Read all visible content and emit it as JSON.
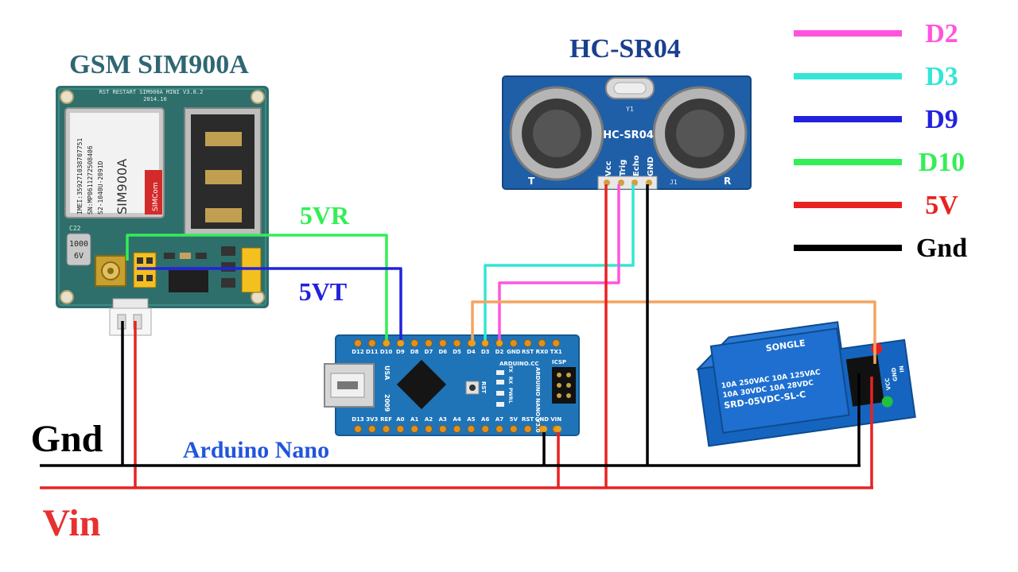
{
  "title_gsm": "GSM SIM900A",
  "title_sensor": "HC-SR04",
  "title_arduino": "Arduino Nano",
  "label_5vr": "5VR",
  "label_5vt": "5VT",
  "label_gnd_rail": "Gnd",
  "label_vin_rail": "Vin",
  "legend": [
    {
      "label": "D2",
      "color": "#ff55dd"
    },
    {
      "label": "D3",
      "color": "#33e6d6"
    },
    {
      "label": "D9",
      "color": "#2222dd"
    },
    {
      "label": "D10",
      "color": "#33ee55"
    },
    {
      "label": "5V",
      "color": "#e82222"
    },
    {
      "label": "Gnd",
      "color": "#000000"
    }
  ],
  "colors": {
    "pcb_blue": "#1f5fa8",
    "gsm_green": "#2e6f6c",
    "relay_blue": "#1565c0",
    "wire_orange": "#f4a460",
    "title_teal": "#2f6673",
    "title_navy": "#1a3f8f",
    "arduino_title": "#2255dd",
    "vin_red": "#e83030"
  },
  "hcsr04": {
    "board_label": "HC-SR04",
    "pins": [
      "Vcc",
      "Trig",
      "Echo",
      "GND"
    ],
    "crystal_label": "Y1",
    "corner_t": "T",
    "corner_r": "R",
    "j1": "J1"
  },
  "gsm": {
    "header_text": "RST RESTART SIM900A MINI V3.8.2",
    "date_text": "2014.10",
    "imei": "IMEI:359271038707751",
    "module_code": "S2-1040U-2091D",
    "sn": "SN:MP0611272508406",
    "module_name": "SIM900A",
    "brand": "SIMCom",
    "cap_value": "1000",
    "cap_volt": "6V",
    "c22": "C22"
  },
  "arduino": {
    "top_pins": [
      "D12",
      "D11",
      "D10",
      "D9",
      "D8",
      "D7",
      "D6",
      "D5",
      "D4",
      "D3",
      "D2",
      "GND",
      "RST",
      "RX0",
      "TX1"
    ],
    "bottom_pins": [
      "D13",
      "3V3",
      "REF",
      "A0",
      "A1",
      "A2",
      "A3",
      "A4",
      "A5",
      "A6",
      "A7",
      "5V",
      "RST",
      "GND",
      "VIN"
    ],
    "usb_label": "USA",
    "year": "2009",
    "brand": "ARDUINO.CC",
    "model": "ARDUINO NANO V3.0",
    "rst": "RST",
    "icsp": "ICSP",
    "leds": [
      "TX",
      "RX",
      "PWR",
      "L"
    ]
  },
  "relay": {
    "brand": "SONGLE",
    "line1": "10A 250VAC  10A 125VAC",
    "line2": "10A 30VDC   10A 28VDC",
    "model": "SRD-05VDC-SL-C",
    "pins": [
      "VCC",
      "GND",
      "IN"
    ]
  }
}
